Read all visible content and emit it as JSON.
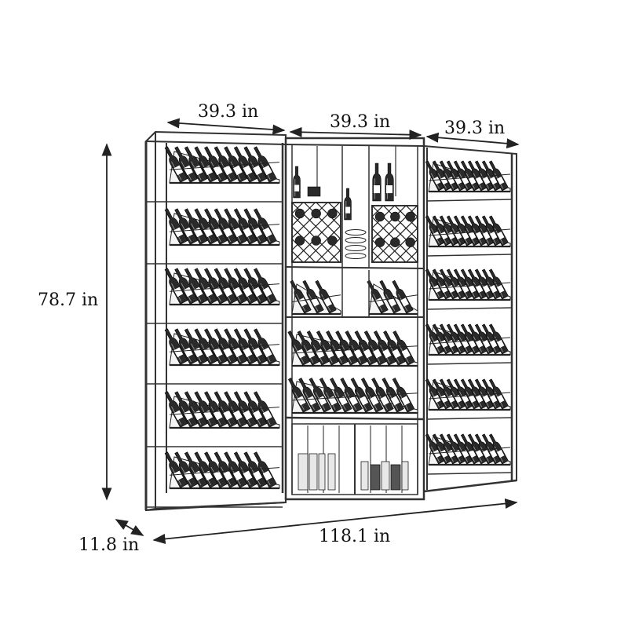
{
  "dimensions": {
    "unit_width_1": "39.3 in",
    "unit_width_2": "39.3 in",
    "unit_width_3": "39.3 in",
    "height": "78.7 in",
    "depth": "11.8 in",
    "total_width": "118.1 in"
  },
  "colors": {
    "line": "#222222",
    "frame": "#333333",
    "bottle": "#2a2a2a",
    "bottle_highlight": "#f2f2f2",
    "label": "#ffffff",
    "shelf": "#f4f4f4",
    "background": "#ffffff"
  },
  "shelves": {
    "left_unit_rows": 6,
    "middle_unit_rows": 3,
    "right_unit_rows": 6,
    "bottles_per_row_side": 10,
    "bottles_per_row_middle": 12
  }
}
